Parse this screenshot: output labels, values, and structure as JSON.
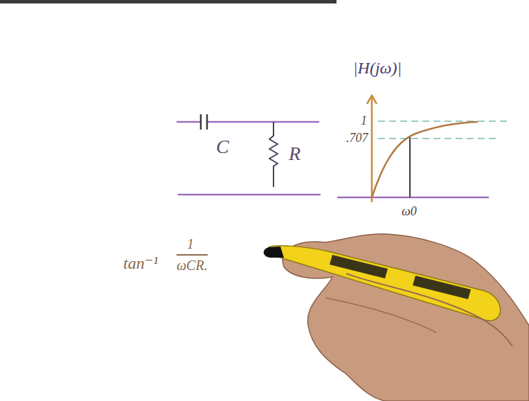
{
  "diagram": {
    "labels": [
      "|H(jω)|",
      "1",
      ".707",
      "C",
      "R",
      "ω0",
      "tan⁻¹",
      "1",
      "ωCR."
    ]
  }
}
